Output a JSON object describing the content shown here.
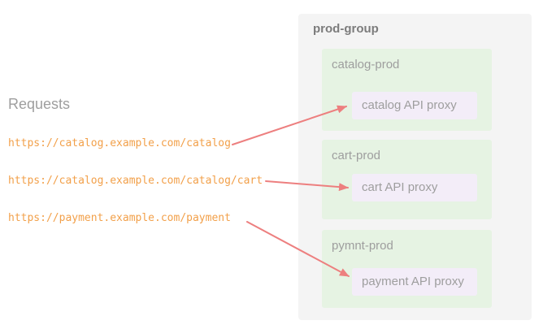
{
  "colors": {
    "panel_bg": "#f4f4f4",
    "environment_bg": "#e6f3e3",
    "proxy_bg": "#f3edf8",
    "url_text": "#f2a04a",
    "arrow": "#ed7f7f",
    "label_text": "#9e9e9e",
    "group_title_text": "#7c7c7c"
  },
  "requests": {
    "title": "Requests",
    "urls": [
      "https://catalog.example.com/catalog",
      "https://catalog.example.com/catalog/cart",
      "https://payment.example.com/payment"
    ]
  },
  "prod_group": {
    "title": "prod-group",
    "environments": [
      {
        "name": "catalog-prod",
        "proxy": "catalog API proxy"
      },
      {
        "name": "cart-prod",
        "proxy": "cart API proxy"
      },
      {
        "name": "pymnt-prod",
        "proxy": "payment API proxy"
      }
    ]
  }
}
